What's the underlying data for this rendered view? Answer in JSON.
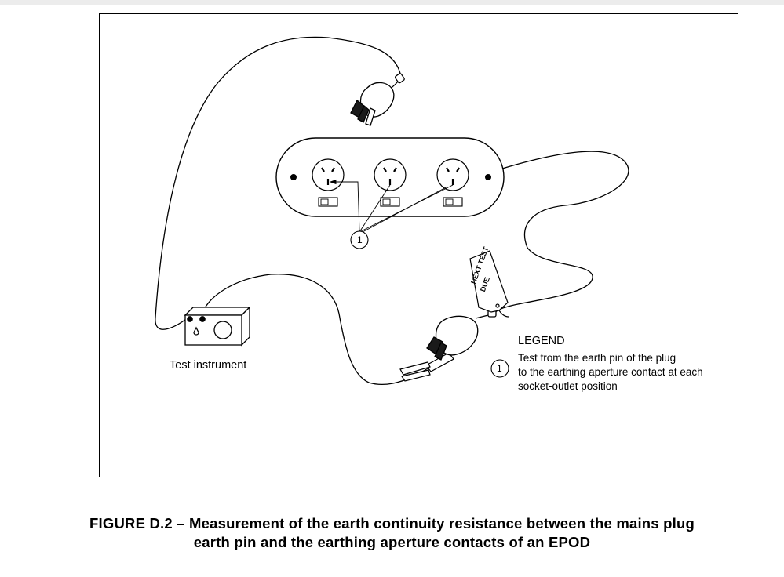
{
  "labels": {
    "test_instrument": "Test instrument",
    "callout_number": "1",
    "tag_line1": "NEXT TEST",
    "tag_line2": "DUE"
  },
  "legend": {
    "title": "LEGEND",
    "item_number": "1",
    "line1": "Test from the earth pin of the plug",
    "line2": "to the earthing aperture contact at each",
    "line3": "socket-outlet position"
  },
  "caption": {
    "line1": "FIGURE D.2 – Measurement of the earth continuity resistance between the mains plug",
    "line2": "earth pin and the earthing aperture contacts of an EPOD"
  }
}
